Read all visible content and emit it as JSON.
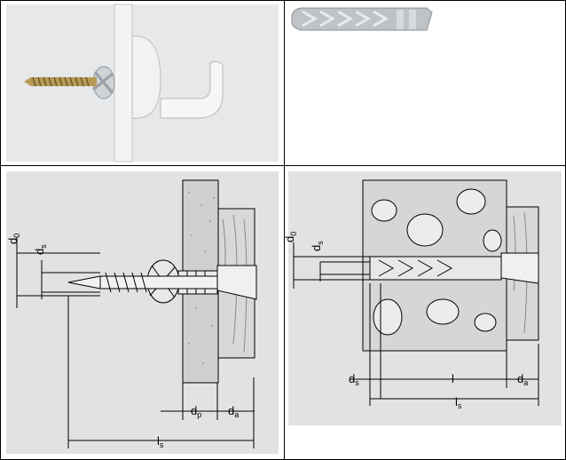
{
  "colors": {
    "photo_bg": "#e6e8ea",
    "drawing_bg": "#e2e2e2",
    "wood": "#dcdcdc",
    "concrete": "#d2d2d2",
    "stone": "#d8d8d8",
    "dowel": "#d9dadc",
    "line": "#000000"
  },
  "icons": {
    "hook_photo": "wall-hook-photo-icon",
    "dowel_photo": "plastic-dowel-photo-icon"
  },
  "labels": {
    "cell3": {
      "d0_main": "d",
      "d0_sub": "0",
      "ds_main": "d",
      "ds_sub": "s",
      "dp_main": "d",
      "dp_sub": "p",
      "da_main": "d",
      "da_sub": "a",
      "ls_main": "l",
      "ls_sub": "s"
    },
    "cell4": {
      "d0_main": "d",
      "d0_sub": "0",
      "ds_main": "d",
      "ds_sub": "s",
      "ds2_main": "d",
      "ds2_sub": "s",
      "l": "l",
      "da_main": "d",
      "da_sub": "a",
      "ls_main": "l",
      "ls_sub": "s"
    }
  }
}
